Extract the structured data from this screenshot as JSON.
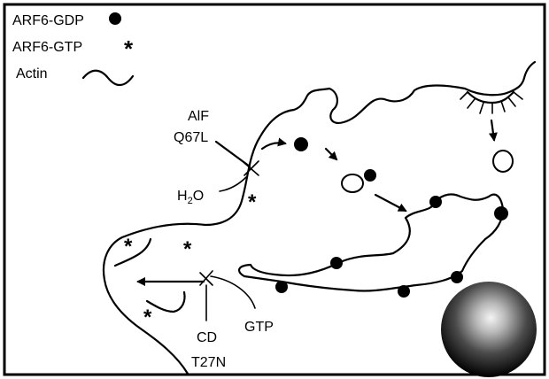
{
  "legend": {
    "gdp_label": "ARF6-GDP",
    "gtp_label": "ARF6-GTP",
    "actin_label": "Actin"
  },
  "labels": {
    "alf": "AlF",
    "q67l": "Q67L",
    "h2o_main": "H",
    "h2o_sub": "2",
    "h2o_tail": "O",
    "gtp": "GTP",
    "cd": "CD",
    "t27n": "T27N"
  },
  "colors": {
    "ink": "#000000",
    "background": "#ffffff",
    "sphere_highlight": "#f2f2f2",
    "sphere_shadow": "#000000"
  },
  "icons": {
    "gdp": "filled-circle",
    "gtp": "asterisk",
    "actin": "wavy-line"
  }
}
